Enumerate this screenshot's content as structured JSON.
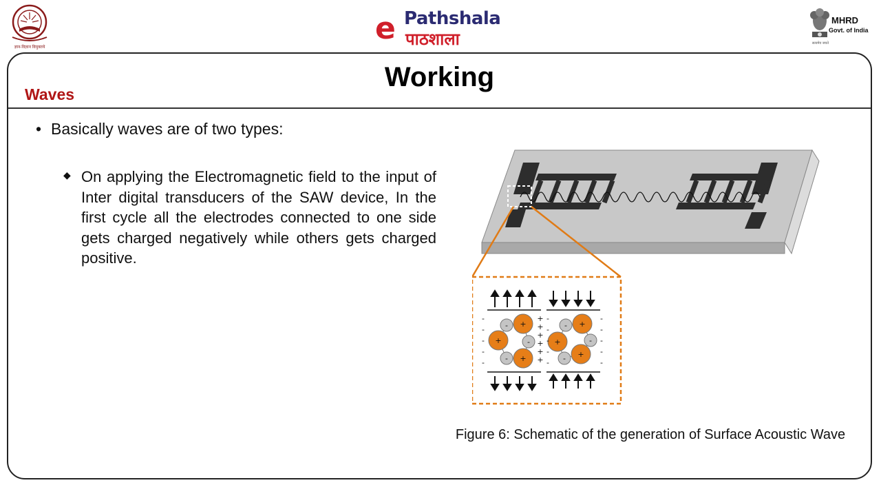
{
  "header": {
    "left_logo_caption": "ज्ञान-विज्ञान विमुक्तये",
    "center_logo": {
      "letter": "e",
      "top_text": "Pathshala",
      "bottom_text": "पाठशाला"
    },
    "right_logo": {
      "line1": "MHRD",
      "line2": "Govt. of India",
      "motto": "सत्यमेव जयते"
    }
  },
  "slide": {
    "title": "Working",
    "section_heading": "Waves",
    "bullet1": "Basically waves are of two types:",
    "bullet2": "On applying the Electromagnetic field to the input of Inter digital transducers of the SAW device, In the first cycle all the electrodes connected to one side gets charged negatively while others gets charged positive.",
    "figure_caption": "Figure 6: Schematic of the generation of Surface Acoustic Wave"
  },
  "colors": {
    "accent_red": "#b01616",
    "orange": "#e07b16",
    "substrate_gray": "#c8c8c8"
  }
}
